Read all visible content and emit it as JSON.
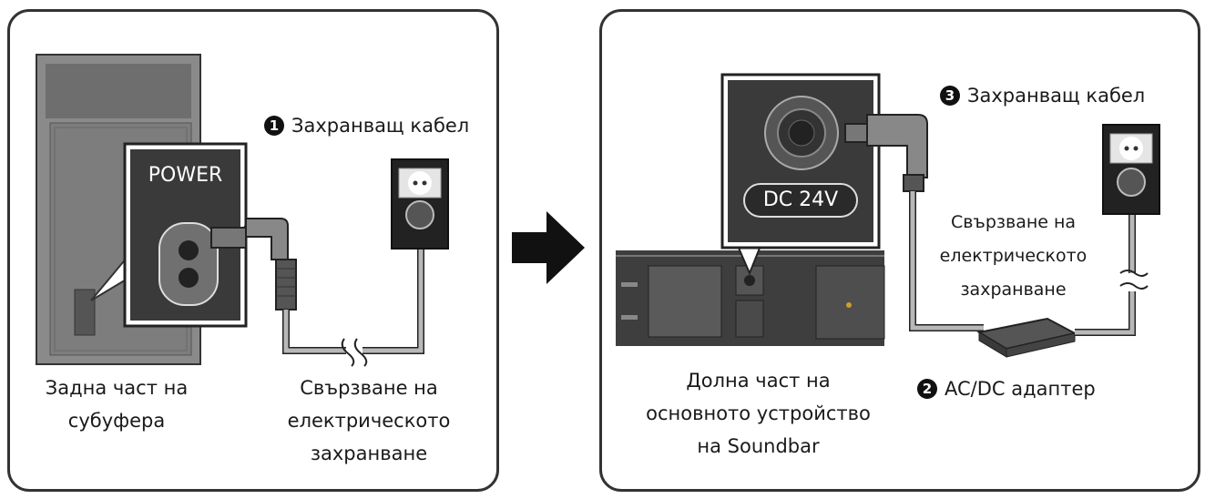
{
  "left_panel": {
    "power_label": "POWER",
    "cable_number": "1",
    "cable_label": "Захранващ кабел",
    "subwoofer_caption": [
      "Задна част на",
      "субуфера"
    ],
    "power_connection_caption": [
      "Свързване на",
      "електрическото",
      "захранване"
    ]
  },
  "right_panel": {
    "dc_label": "DC 24V",
    "cable_number": "3",
    "cable_label": "Захранващ кабел",
    "power_connection_caption": [
      "Свързване на",
      "електрическото",
      "захранване"
    ],
    "adapter_number": "2",
    "adapter_label": "AC/DC адаптер",
    "soundbar_caption": [
      "Долна част на",
      "основното устройство",
      "на Soundbar"
    ]
  }
}
